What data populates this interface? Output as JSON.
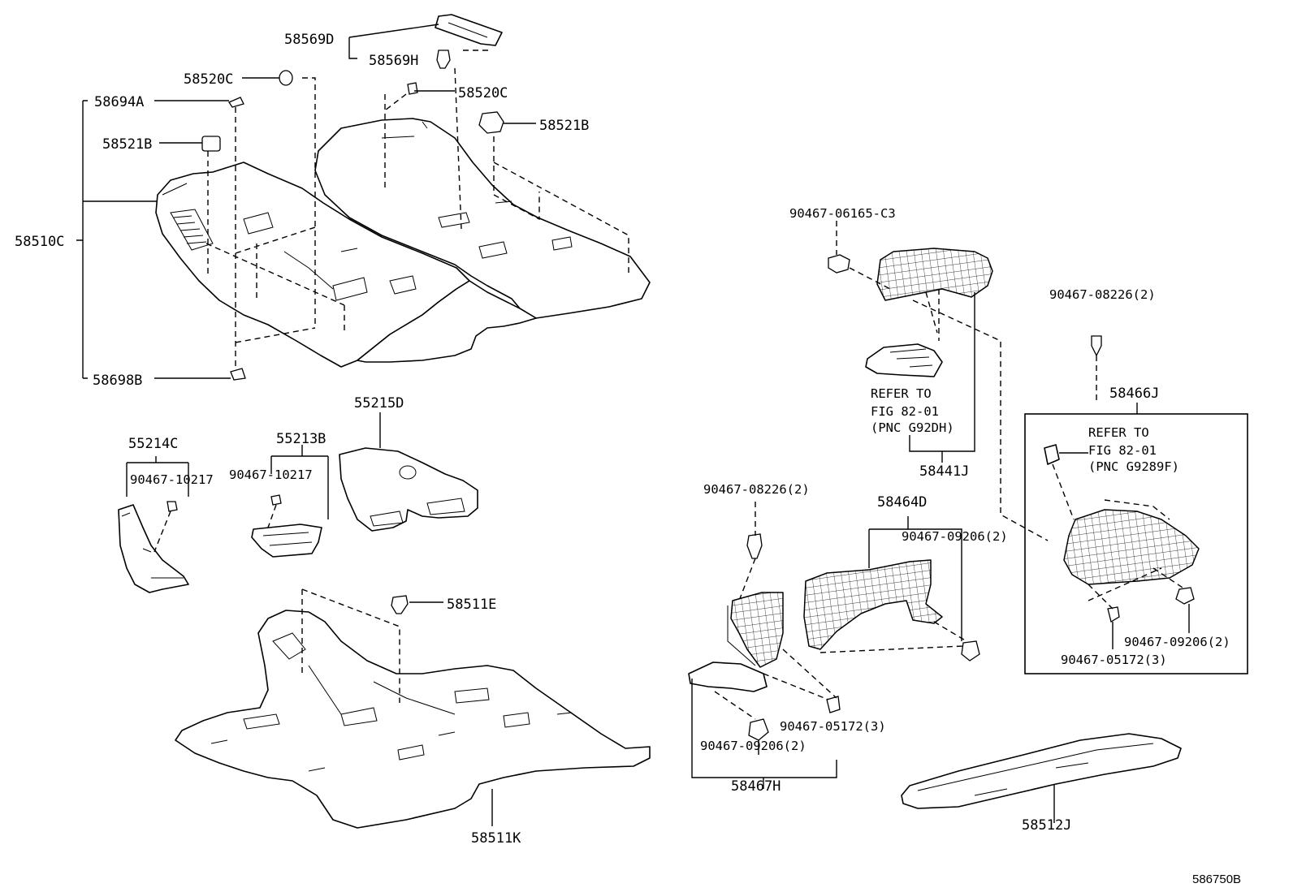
{
  "labels": {
    "p58569D": "58569D",
    "p58569H": "58569H",
    "p58520C_left": "58520C",
    "p58520C_right": "58520C",
    "p58694A": "58694A",
    "p58521B_left": "58521B",
    "p58521B_right": "58521B",
    "p58510C": "58510C",
    "p58698B": "58698B",
    "p55215D": "55215D",
    "p55214C": "55214C",
    "p55213B": "55213B",
    "p90467_10217_a": "90467-10217",
    "p90467_10217_b": "90467-10217",
    "p58511E": "58511E",
    "p58511K": "58511K",
    "p90467_06165_C3": "90467-06165-C3",
    "refer1_line1": "REFER TO",
    "refer1_line2": "FIG 82-01",
    "refer1_line3": "(PNC G92DH)",
    "p58441J": "58441J",
    "p90467_08226_right": "90467-08226(2)",
    "p58466J": "58466J",
    "refer2_line1": "REFER TO",
    "refer2_line2": "FIG 82-01",
    "refer2_line3": "(PNC G9289F)",
    "p90467_09206_box": "90467-09206(2)",
    "p90467_05172_box": "90467-05172(3)",
    "p90467_08226_mid": "90467-08226(2)",
    "p58464D": "58464D",
    "p90467_09206_mid": "90467-09206(2)",
    "p90467_05172_mid": "90467-05172(3)",
    "p90467_09206_low": "90467-09206(2)",
    "p58467H": "58467H",
    "p58512J": "58512J"
  },
  "figure_code": "586750B"
}
